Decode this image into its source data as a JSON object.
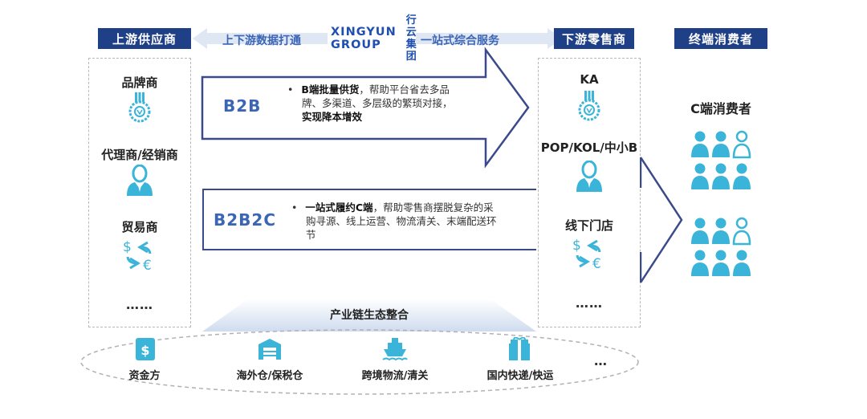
{
  "colors": {
    "navy": "#1f3f86",
    "accent": "#3b66b5",
    "icon": "#3ab4d8",
    "banner": "#dfe6f4"
  },
  "headers": {
    "upstream": "上游供应商",
    "downstream": "下游零售商",
    "consumer": "终端消费者"
  },
  "banner": {
    "left": "上下游数据打通",
    "right": "一站式综合服务"
  },
  "logo": {
    "en_line1": "XINGYUN",
    "en_line2": "GROUP",
    "cn_line1": "行云",
    "cn_line2": "集团"
  },
  "upstream": {
    "items": [
      {
        "label": "品牌商",
        "icon": "medal-icon"
      },
      {
        "label": "代理商/经销商",
        "icon": "person-icon"
      },
      {
        "label": "贸易商",
        "icon": "currency-exchange-icon"
      }
    ],
    "more": "……"
  },
  "downstream": {
    "items": [
      {
        "label": "KA",
        "icon": "medal-icon"
      },
      {
        "label": "POP/KOL/中小B",
        "icon": "person-icon"
      },
      {
        "label": "线下门店",
        "icon": "currency-exchange-icon"
      }
    ],
    "more": "……"
  },
  "b2b": {
    "label": "B2B",
    "bullet": "•",
    "bold": "B端批量供货",
    "text1": "，帮助平台省去多品",
    "text2": "牌、多渠道、多层级的繁琐对接，",
    "text3_bold": "实现降本增效"
  },
  "b2b2c": {
    "label": "B2B2C",
    "bullet": "•",
    "bold": "一站式履约C端",
    "text1": "，帮助零售商摆脱复杂的采",
    "text2": "购寻源、线上运营、物流清关、末端配送环",
    "text3": "节"
  },
  "consumer": {
    "label": "C端消费者"
  },
  "ecosystem": {
    "label": "产业链生态整合"
  },
  "services": {
    "items": [
      {
        "label": "资金方",
        "icon": "money-bag-icon"
      },
      {
        "label": "海外仓/保税仓",
        "icon": "warehouse-icon"
      },
      {
        "label": "跨境物流/清关",
        "icon": "ship-icon"
      },
      {
        "label": "国内快递/快运",
        "icon": "package-icon"
      }
    ],
    "more": "…"
  }
}
